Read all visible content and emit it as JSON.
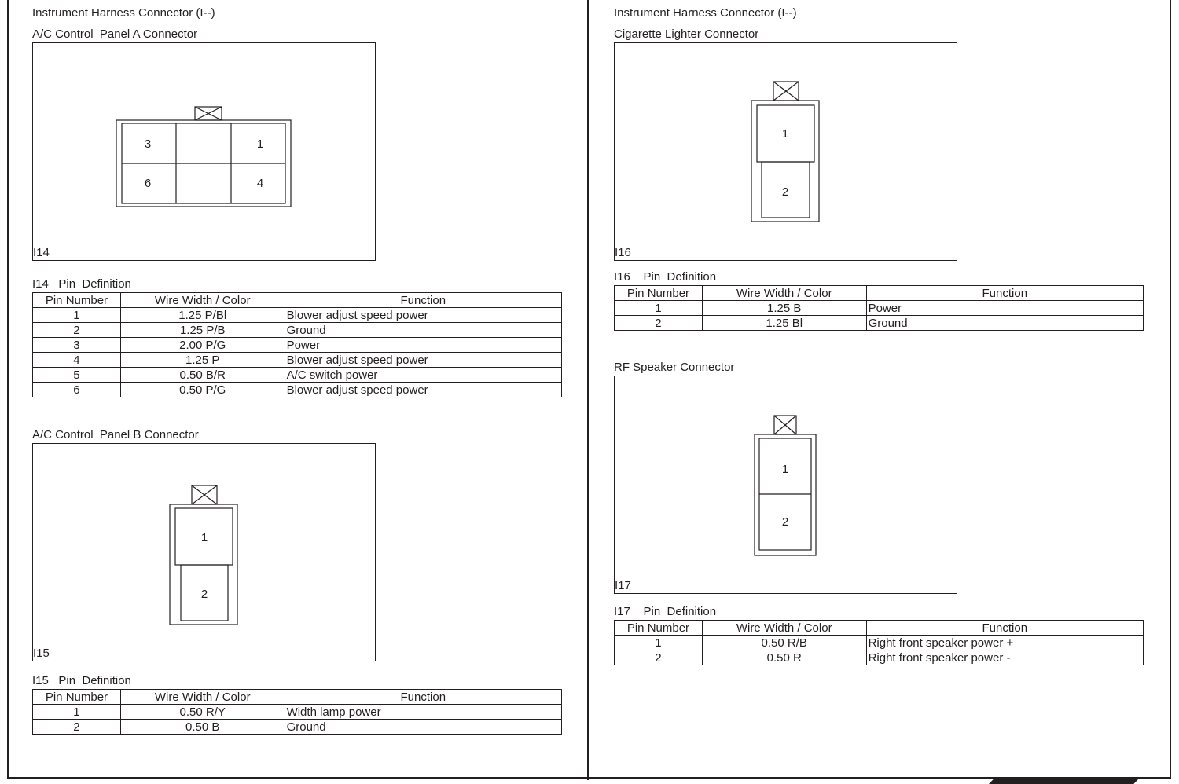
{
  "left": {
    "header": "Instrument Harness Connector (I--)",
    "i14": {
      "title": "A/C Control  Panel A Connector",
      "id": "I14",
      "pins": [
        "3",
        "1",
        "6",
        "4"
      ],
      "def_title": "I14   Pin  Definition"
    },
    "i15": {
      "title": "A/C Control  Panel B Connector",
      "id": "I15",
      "pins": [
        "1",
        "2"
      ],
      "def_title": "I15   Pin  Definition"
    }
  },
  "right": {
    "header": "Instrument Harness Connector (I--)",
    "i16": {
      "title": "Cigarette Lighter Connector",
      "id": "I16",
      "pins": [
        "1",
        "2"
      ],
      "def_title": "I16    Pin  Definition"
    },
    "i17": {
      "title": "RF Speaker Connector",
      "id": "I17",
      "pins": [
        "1",
        "2"
      ],
      "def_title": "I17    Pin  Definition"
    }
  },
  "columns": [
    "Pin Number",
    "Wire Width / Color",
    "Function"
  ],
  "tables": {
    "i14": [
      [
        "1",
        "1.25  P/Bl",
        "Blower adjust speed power"
      ],
      [
        "2",
        "1.25  P/B",
        "Ground"
      ],
      [
        "3",
        "2.00  P/G",
        "Power"
      ],
      [
        "4",
        "1.25  P",
        "Blower adjust speed power"
      ],
      [
        "5",
        "0.50  B/R",
        "A/C switch power"
      ],
      [
        "6",
        "0.50  P/G",
        "Blower adjust speed power"
      ]
    ],
    "i15": [
      [
        "1",
        "0.50  R/Y",
        "Width lamp power"
      ],
      [
        "2",
        "0.50  B",
        "Ground"
      ]
    ],
    "i16": [
      [
        "1",
        "1.25  B",
        "Power"
      ],
      [
        "2",
        "1.25  Bl",
        "Ground"
      ]
    ],
    "i17": [
      [
        "1",
        "0.50  R/B",
        "Right front speaker power +"
      ],
      [
        "2",
        "0.50  R",
        "Right front speaker power -"
      ]
    ]
  }
}
